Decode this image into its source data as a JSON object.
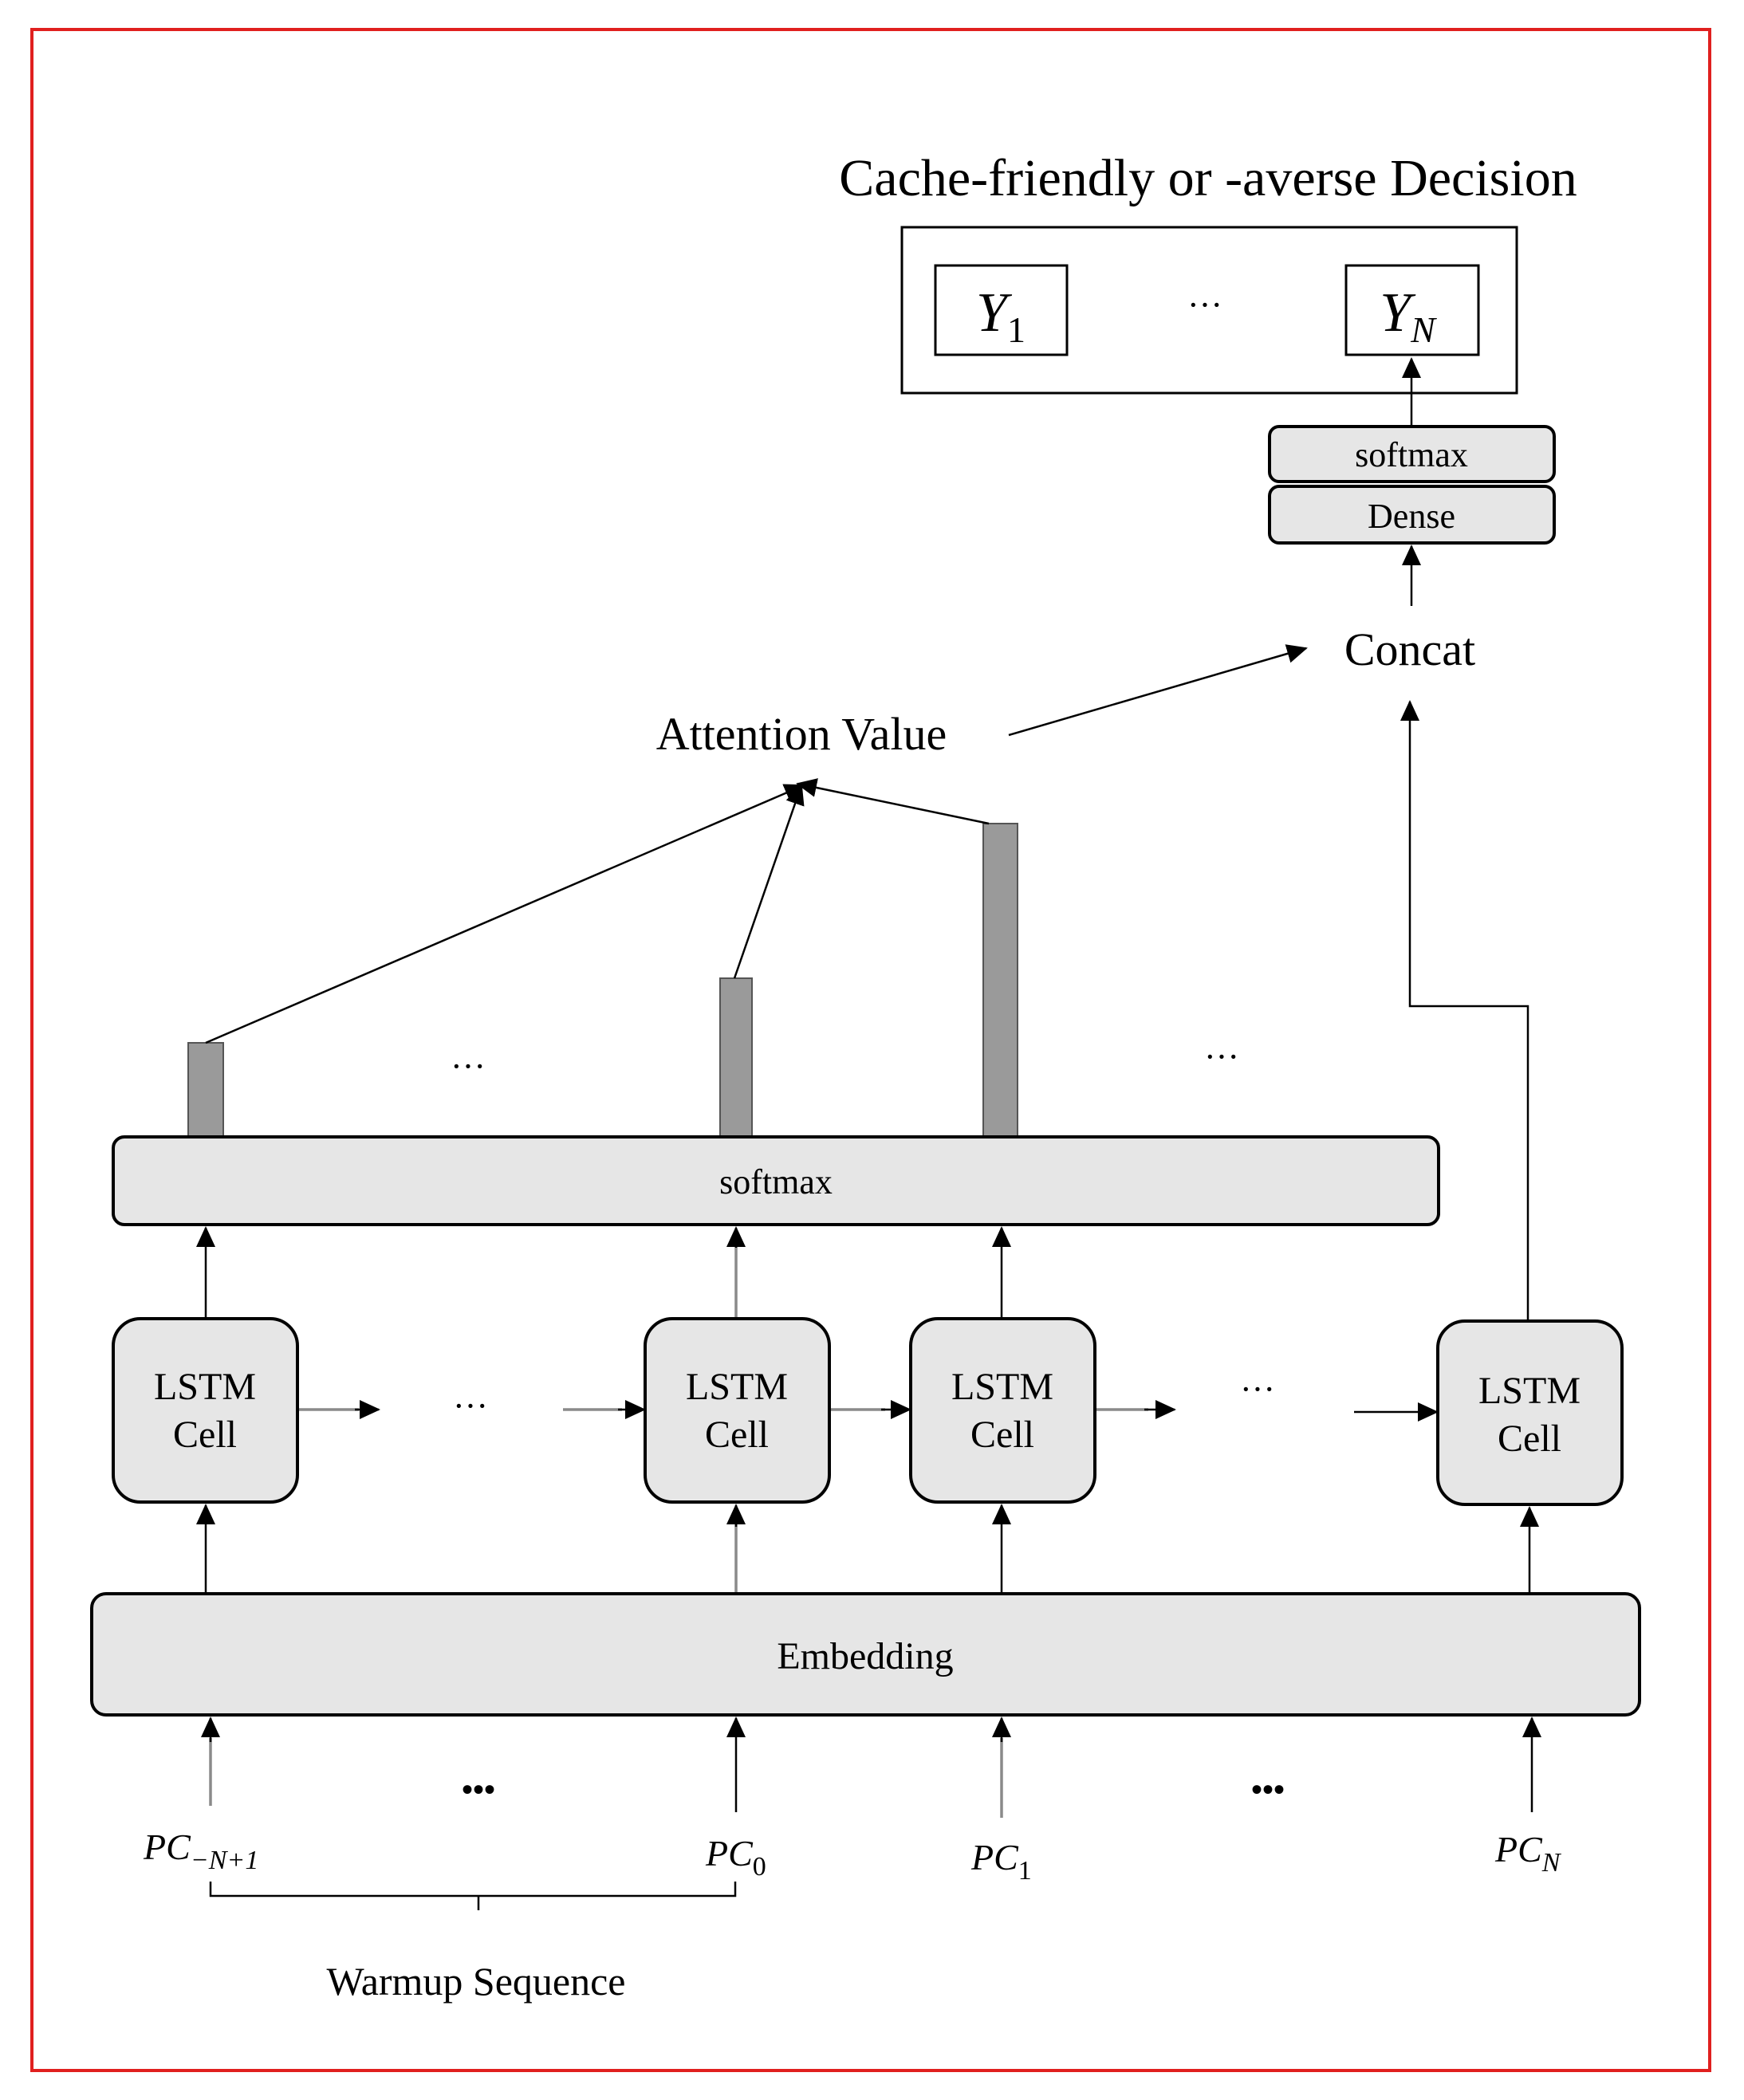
{
  "title": "Cache-friendly or -averse Decision",
  "output": {
    "y_first": {
      "base": "Y",
      "sub": "1"
    },
    "y_last": {
      "base": "Y",
      "sub": "N"
    },
    "ellipsis": "···"
  },
  "head": {
    "softmax": "softmax",
    "dense": "Dense",
    "concat": "Concat"
  },
  "attention": {
    "label": "Attention Value",
    "softmax": "softmax",
    "ellipsis_left": "···",
    "ellipsis_right": "···",
    "weights": [
      0.3,
      0.51,
      1.0
    ]
  },
  "lstm": {
    "cell_line1": "LSTM",
    "cell_line2": "Cell",
    "ellipsis_left": "···",
    "ellipsis_right": "···"
  },
  "embedding": {
    "label": "Embedding"
  },
  "inputs": {
    "pc_first": {
      "base": "PC",
      "sub": "−N+1"
    },
    "pc_zero": {
      "base": "PC",
      "sub": "0"
    },
    "pc_one": {
      "base": "PC",
      "sub": "1"
    },
    "pc_last": {
      "base": "PC",
      "sub": "N"
    },
    "ellipsis_left": "•••",
    "ellipsis_right": "•••"
  },
  "warmup": {
    "label": "Warmup Sequence"
  },
  "colors": {
    "frame": "#e0201f",
    "box_fill": "#e6e6e6",
    "bar_fill": "#9a9a9a",
    "grey_arrow": "#8a8a8a"
  }
}
